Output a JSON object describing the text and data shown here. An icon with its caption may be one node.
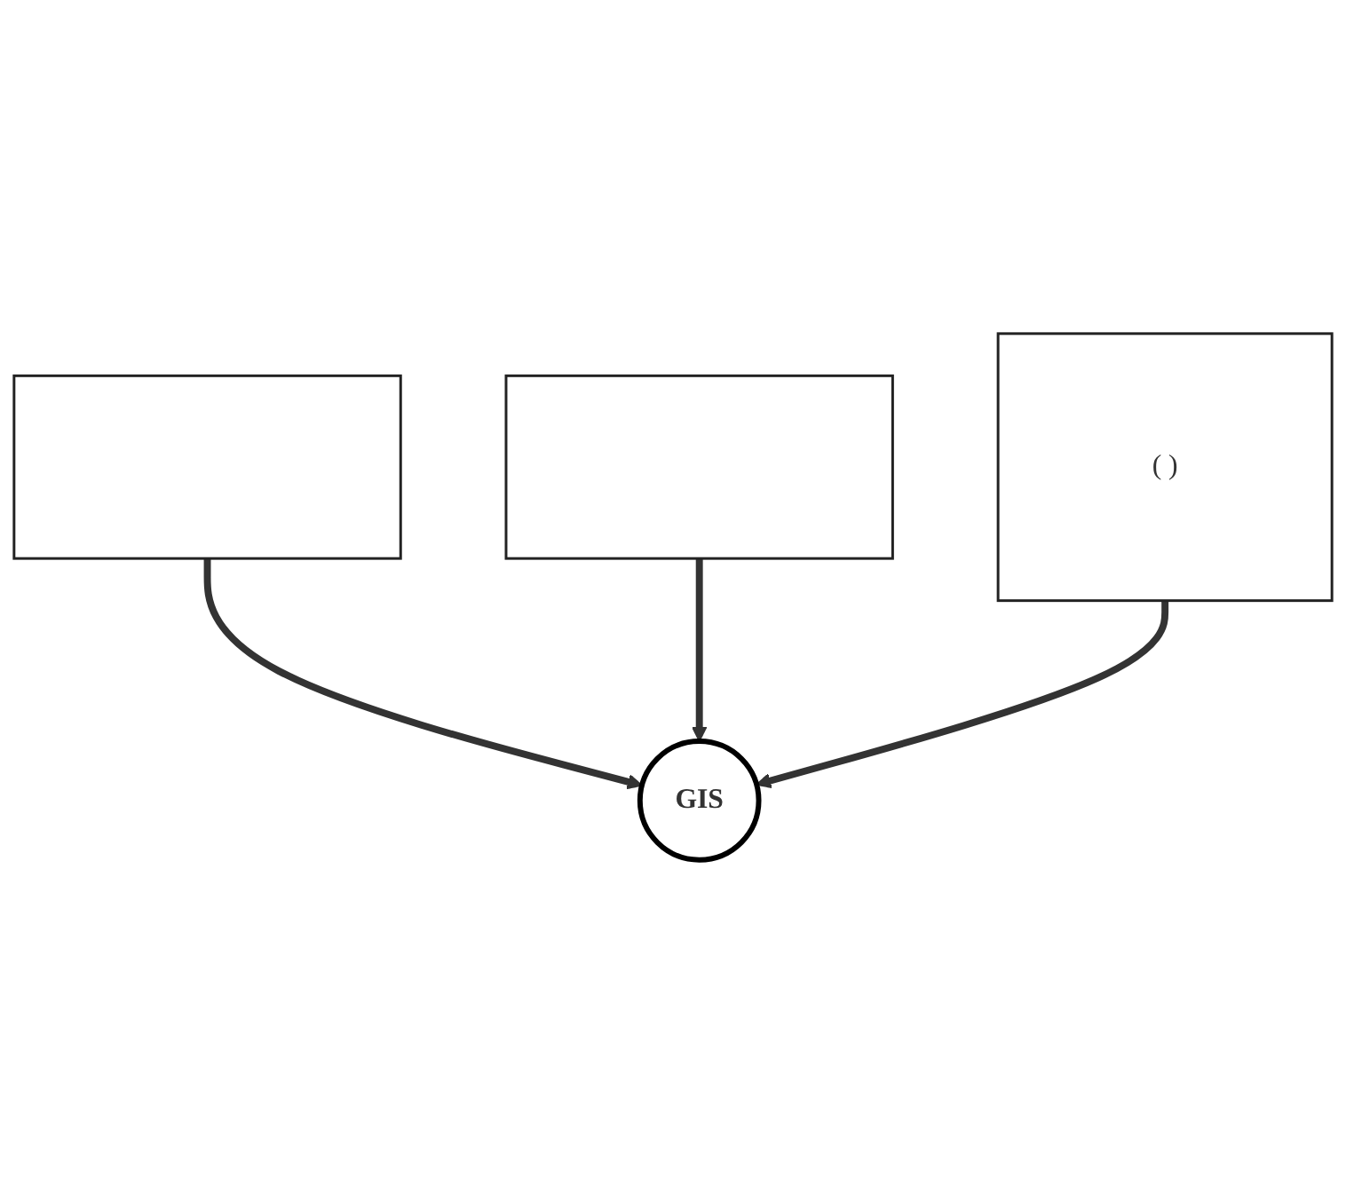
{
  "diagram": {
    "nodes": [
      {
        "text": [],
        "shape": "box"
      },
      {
        "text": [
          "GIS"
        ]
      },
      {
        "text": [],
        "shape": "box"
      },
      {
        "text": [
          "( )"
        ]
      }
    ],
    "edges": [
      {
        "from": 0,
        "to": 1,
        "arrow": "to"
      },
      {
        "from": 2,
        "to": 1,
        "arrow": "to"
      },
      {
        "from": 3,
        "to": 1,
        "arrow": "to"
      }
    ]
  }
}
